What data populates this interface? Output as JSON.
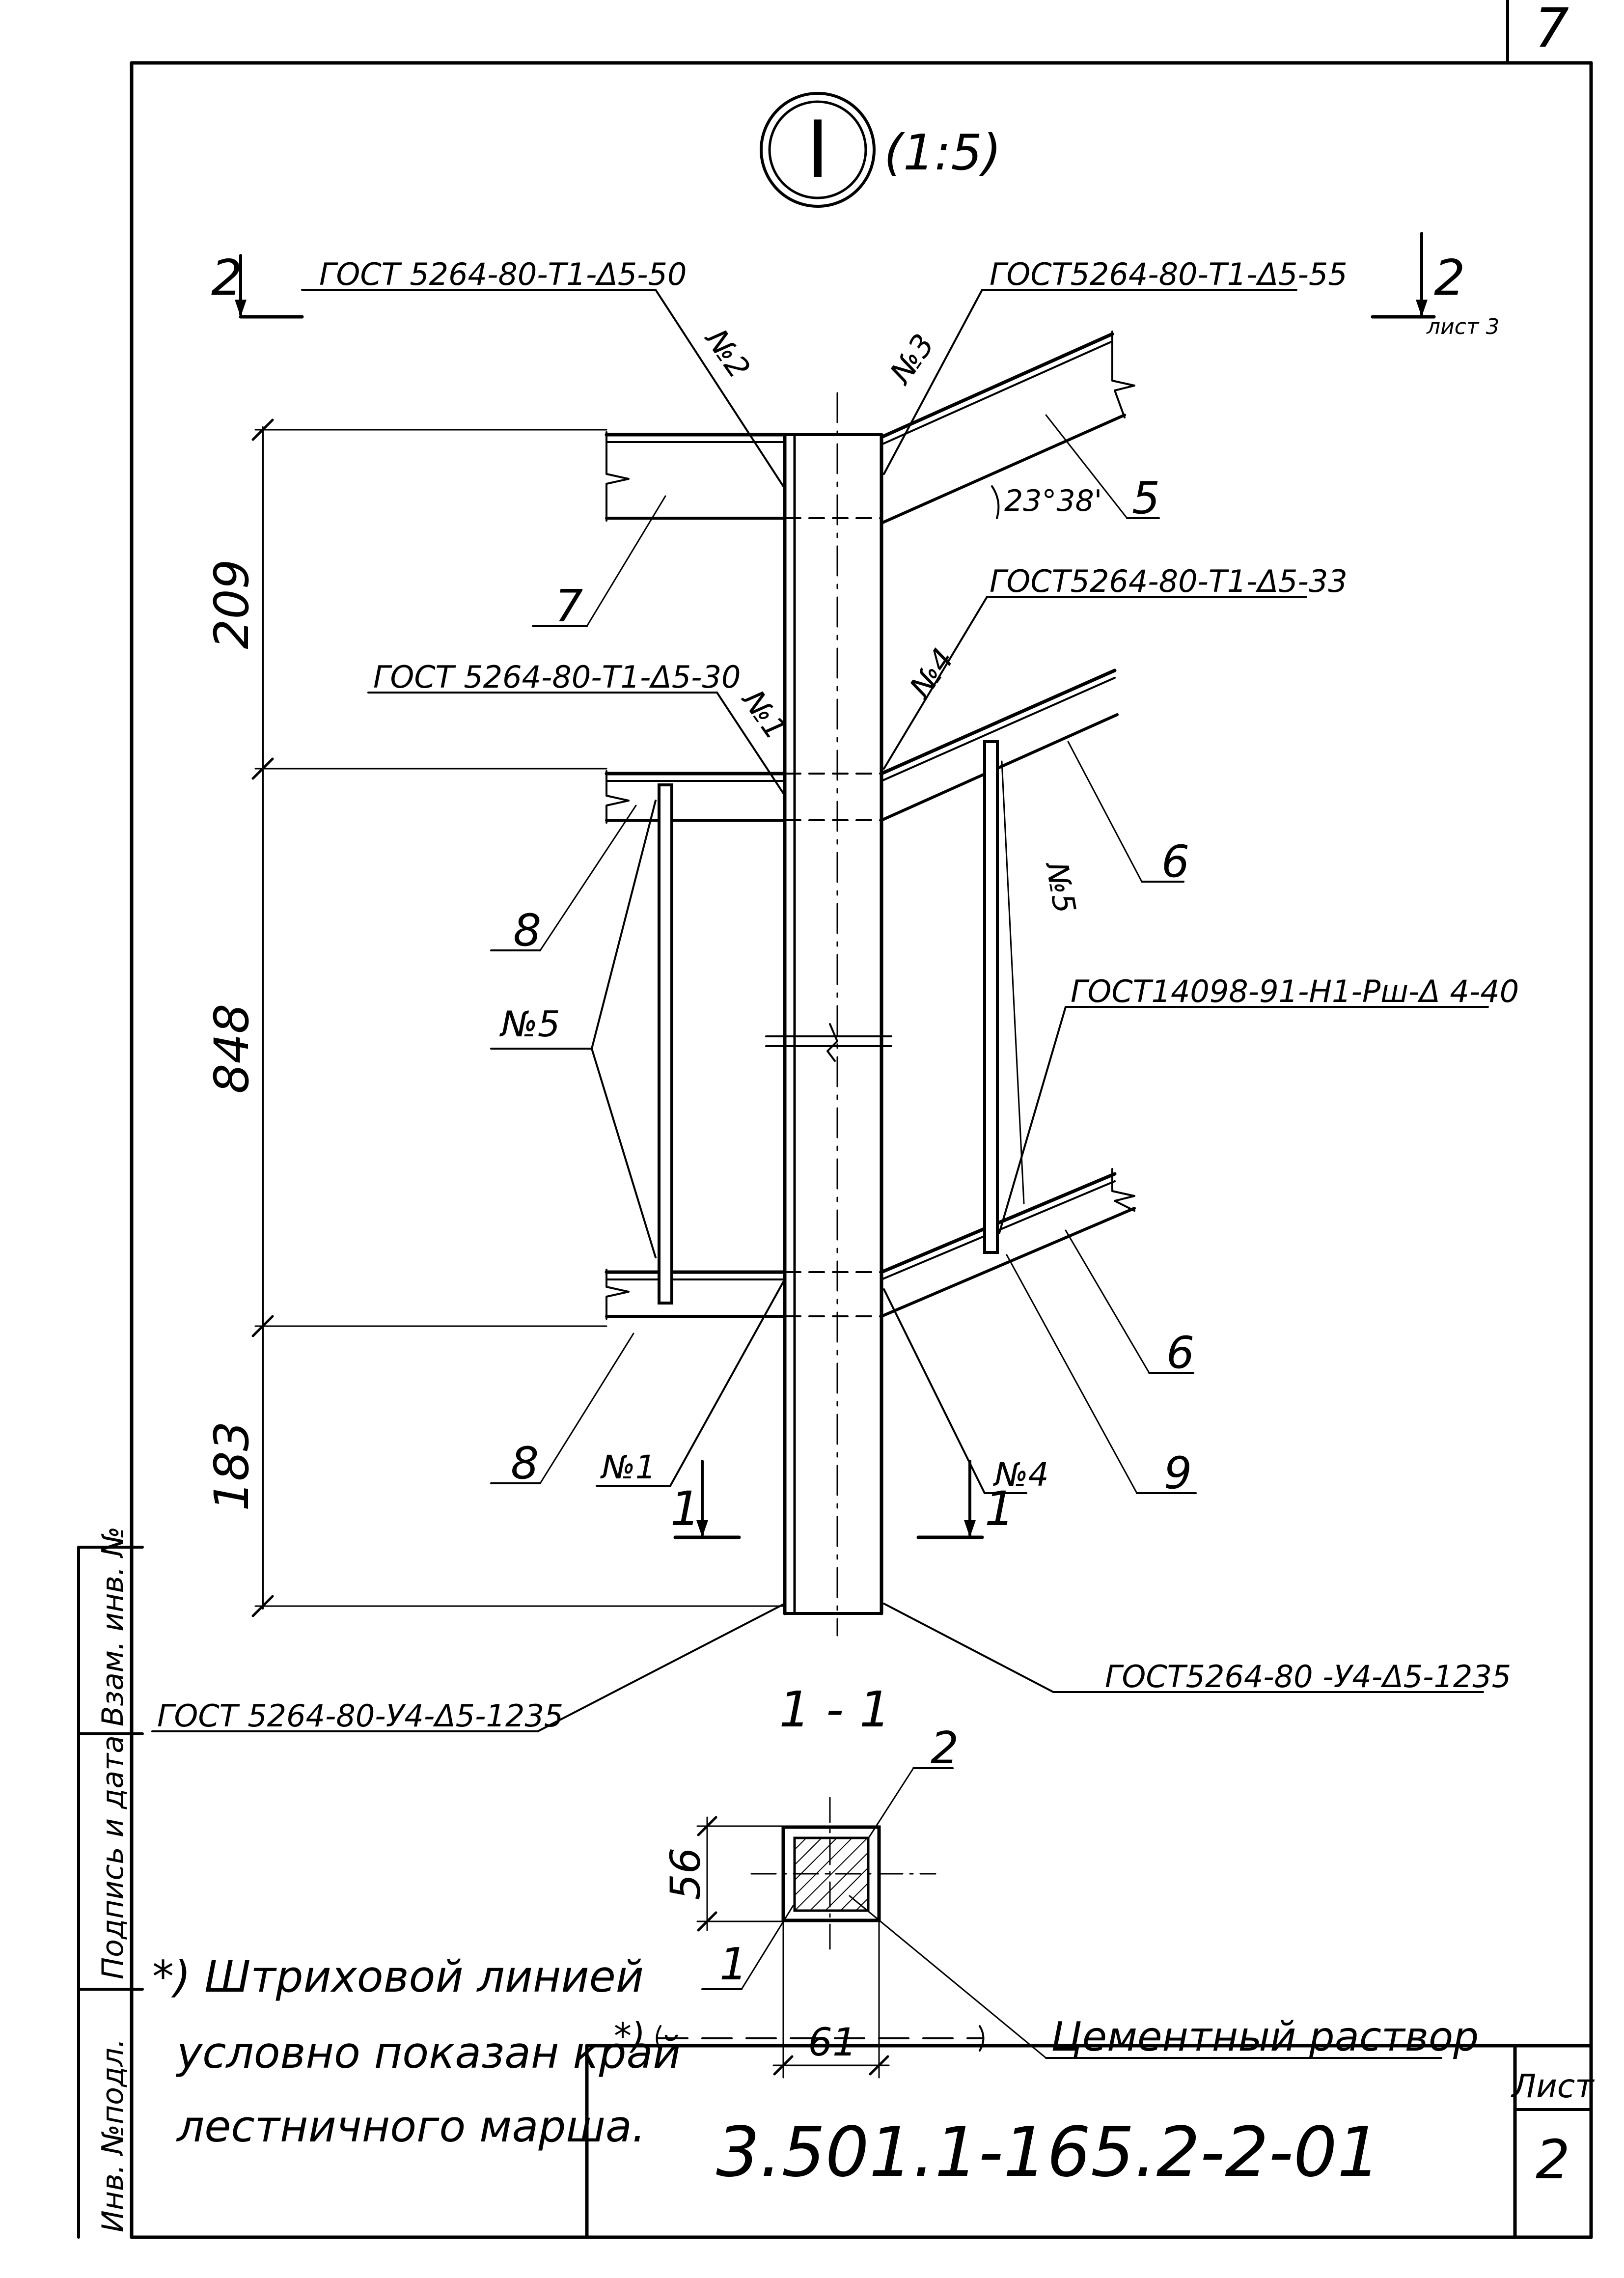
{
  "sheet": {
    "page_number": "7",
    "detail": {
      "mark": "I",
      "scale": "(1:5)"
    },
    "title_block": {
      "code": "3.501.1-165.2-2-01",
      "sheet_label": "Лист",
      "sheet_value": "2"
    },
    "side_stamp": {
      "inv_podl": "Инв. №подл.",
      "signature_date": "Подпись и дата",
      "vzam_inv": "Взам. инв. №"
    },
    "note": {
      "line1": "*) Штриховой линией",
      "line2": "условно показан край",
      "line3": "лестничного марша."
    }
  },
  "drawing": {
    "section_marks": {
      "top_left": "2",
      "top_right": "2",
      "top_right_ref": "лист 3",
      "bottom_left": "1",
      "bottom_right": "1"
    },
    "welds": {
      "w_top_left": "ГОСТ 5264-80-Т1-Δ5-50",
      "w_top_right": "ГОСТ5264-80-Т1-Δ5-55",
      "w_mid_right": "ГОСТ5264-80-Т1-Δ5-33",
      "w_mid_left": "ГОСТ 5264-80-Т1-Δ5-30",
      "w_plate": "ГОСТ14098-91-Н1-Рш-Δ 4-40",
      "w_base_left": "ГОСТ 5264-80-У4-Δ5-1235",
      "w_base_right": "ГОСТ5264-80 -У4-Δ5-1235"
    },
    "seam_numbers": {
      "n2": "№2",
      "n3": "№3",
      "n4a": "№4",
      "n1a": "№1",
      "n5_left": "№5",
      "n5_right": "№5",
      "n1b": "№1",
      "n4b": "№4"
    },
    "angle": "23°38'",
    "dimensions": {
      "d1": "209",
      "d2": "848",
      "d3": "183"
    },
    "positions": {
      "p5": "5",
      "p6a": "6",
      "p6b": "6",
      "p7": "7",
      "p8a": "8",
      "p8b": "8",
      "p9": "9"
    },
    "section": {
      "title": "1 - 1",
      "height_dim": "56",
      "width_dim": "61",
      "pos_1": "1",
      "pos_2": "2",
      "star": "*)",
      "mortar": "Цементный раствор"
    }
  }
}
